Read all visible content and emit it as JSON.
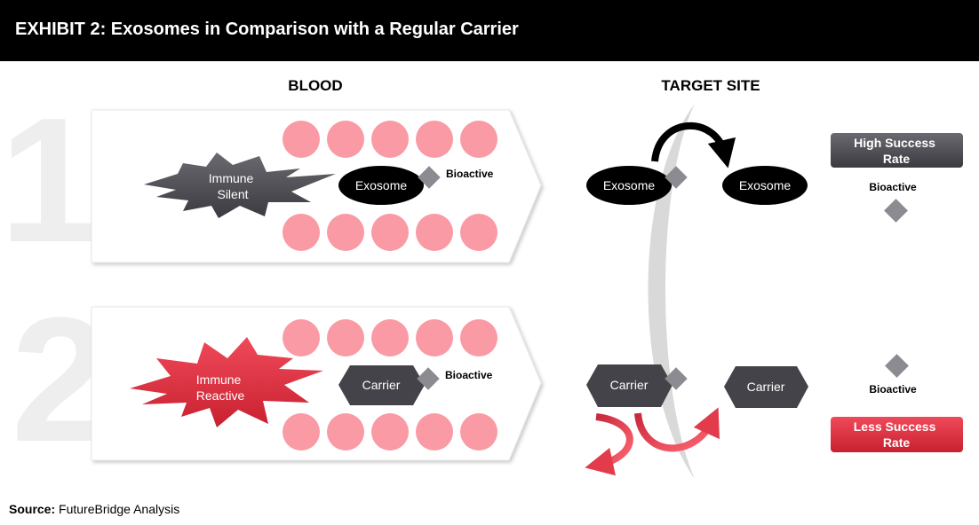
{
  "header": {
    "title": "EXHIBIT 2: Exosomes in Comparison with a Regular Carrier"
  },
  "columns": {
    "blood": "BLOOD",
    "target_site": "TARGET SITE"
  },
  "rows": [
    {
      "number": "1",
      "immune_line1": "Immune",
      "immune_line2": "Silent",
      "blood_vehicle": "Exosome",
      "blood_payload": "Bioactive",
      "target_vehicle_left": "Exosome",
      "target_vehicle_right": "Exosome",
      "target_payload": "Bioactive",
      "result_line1": "High Success",
      "result_line2": "Rate"
    },
    {
      "number": "2",
      "immune_line1": "Immune",
      "immune_line2": "Reactive",
      "blood_vehicle": "Carrier",
      "blood_payload": "Bioactive",
      "target_vehicle_left": "Carrier",
      "target_vehicle_right": "Carrier",
      "target_payload": "Bioactive",
      "result_line1": "Less Success",
      "result_line2": "Rate"
    }
  ],
  "source": {
    "label": "Source:",
    "text": "FutureBridge Analysis"
  },
  "colors": {
    "cell": "#f99aa4",
    "dark": "#434349",
    "diamond": "#8b8b91",
    "reactive": "#d62b3c",
    "arrow_red": "#e23b4b",
    "membrane": "#d9d9d9",
    "number": "#eeeeee"
  }
}
